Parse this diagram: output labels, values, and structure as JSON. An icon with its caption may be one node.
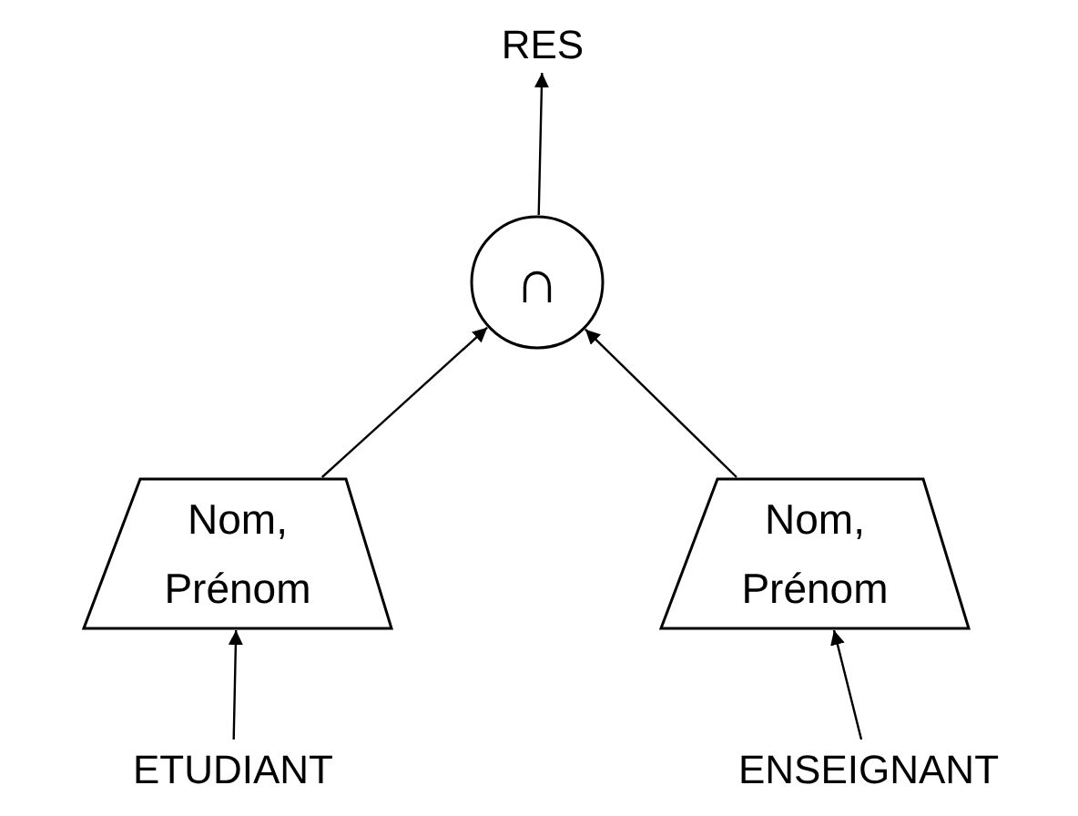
{
  "diagram": {
    "nodes": [
      {
        "text": [
          "RES"
        ]
      },
      {
        "text": [
          "∩"
        ]
      },
      {
        "text": [
          "Nom, Prénom"
        ]
      },
      {
        "text": [
          "Nom, Prénom"
        ]
      },
      {
        "text": [
          "ETUDIANT"
        ]
      },
      {
        "text": [
          "ENSEIGNANT"
        ]
      }
    ],
    "edges": [
      {
        "from": 4,
        "to": 2,
        "arrow": "to"
      },
      {
        "from": 5,
        "to": 3,
        "arrow": "to"
      },
      {
        "from": 2,
        "to": 1,
        "arrow": "to"
      },
      {
        "from": 3,
        "to": 1,
        "arrow": "to"
      },
      {
        "from": 1,
        "to": 0,
        "arrow": "to"
      }
    ]
  }
}
